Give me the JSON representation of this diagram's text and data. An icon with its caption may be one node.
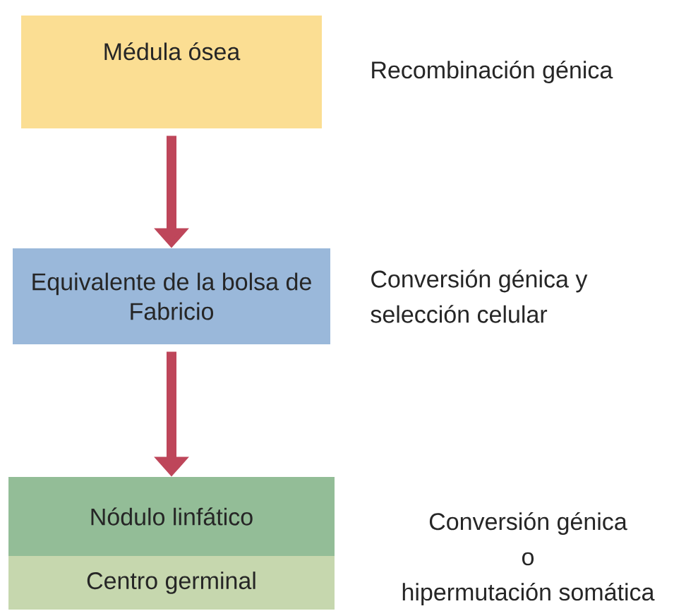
{
  "diagram": {
    "nodes": [
      {
        "text": [
          "Médula ósea"
        ],
        "beside": [
          "Recombinación génica"
        ]
      },
      {
        "text": [
          "Equivalente de la bolsa de Fabricio"
        ],
        "beside": [
          "Conversión génica y selección celular"
        ]
      },
      {
        "text": [
          "Nódulo linfático"
        ],
        "beside": [
          "Conversión génica o hipermutación somática"
        ]
      },
      {
        "text": [
          "Centro germinal"
        ]
      }
    ],
    "edges": [
      {
        "from": 0,
        "to": 1,
        "arrow": "to"
      },
      {
        "from": 1,
        "to": 2,
        "arrow": "to"
      }
    ]
  }
}
